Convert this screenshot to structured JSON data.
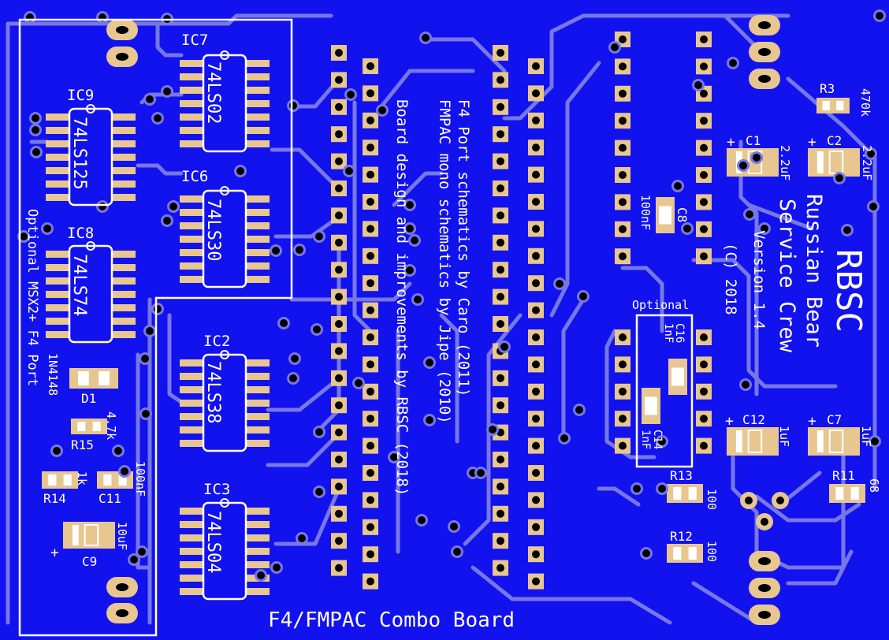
{
  "board": {
    "title": "F4/FMPAC Combo Board",
    "colors": {
      "substrate": "#1212ee",
      "trace": "#7777e6",
      "pad": "#e8c690",
      "silkscreen": "#ffffff"
    },
    "side_label": "Optional MSX2+ F4 Port",
    "optional_label": "Optional",
    "credits": [
      "F4 Port schematics by Caro (2011)",
      "FMPAC mono schematics by Jipe (2010)",
      "Board design and improvements by RBSC (2018)"
    ],
    "brand": {
      "short": "RBSC",
      "line1": "Russian Bear",
      "line2": "Service Crew",
      "version": "Version 1.4",
      "copyright": "(C) 2018"
    }
  },
  "ics": [
    {
      "ref": "IC7",
      "part": "74LS02"
    },
    {
      "ref": "IC9",
      "part": "74LS125"
    },
    {
      "ref": "IC6",
      "part": "74LS30"
    },
    {
      "ref": "IC8",
      "part": "74LS74"
    },
    {
      "ref": "IC2",
      "part": "74LS38"
    },
    {
      "ref": "IC3",
      "part": "74LS04"
    }
  ],
  "components": {
    "D1": {
      "ref": "D1",
      "value": "1N4148"
    },
    "R15": {
      "ref": "R15",
      "value": "4.7k"
    },
    "R14": {
      "ref": "R14",
      "value": "1k"
    },
    "C11": {
      "ref": "C11",
      "value": "100nF"
    },
    "C9": {
      "ref": "C9",
      "value": "10uF",
      "polarity": "+"
    },
    "C8": {
      "ref": "C8",
      "value": "100nF"
    },
    "C1": {
      "ref": "C1",
      "value": "2.2uF",
      "polarity": "+"
    },
    "C2": {
      "ref": "C2",
      "value": "2.2uF",
      "polarity": "+"
    },
    "R3": {
      "ref": "R3",
      "value": "470k"
    },
    "C16": {
      "ref": "C16",
      "value": "1nF"
    },
    "C14": {
      "ref": "C14",
      "value": "1nF"
    },
    "C12": {
      "ref": "C12",
      "value": "1uF",
      "polarity": "+"
    },
    "C7": {
      "ref": "C7",
      "value": "1uF",
      "polarity": "+"
    },
    "R13": {
      "ref": "R13",
      "value": "100"
    },
    "R12": {
      "ref": "R12",
      "value": "100"
    },
    "R11": {
      "ref": "R11",
      "value": "68"
    }
  }
}
